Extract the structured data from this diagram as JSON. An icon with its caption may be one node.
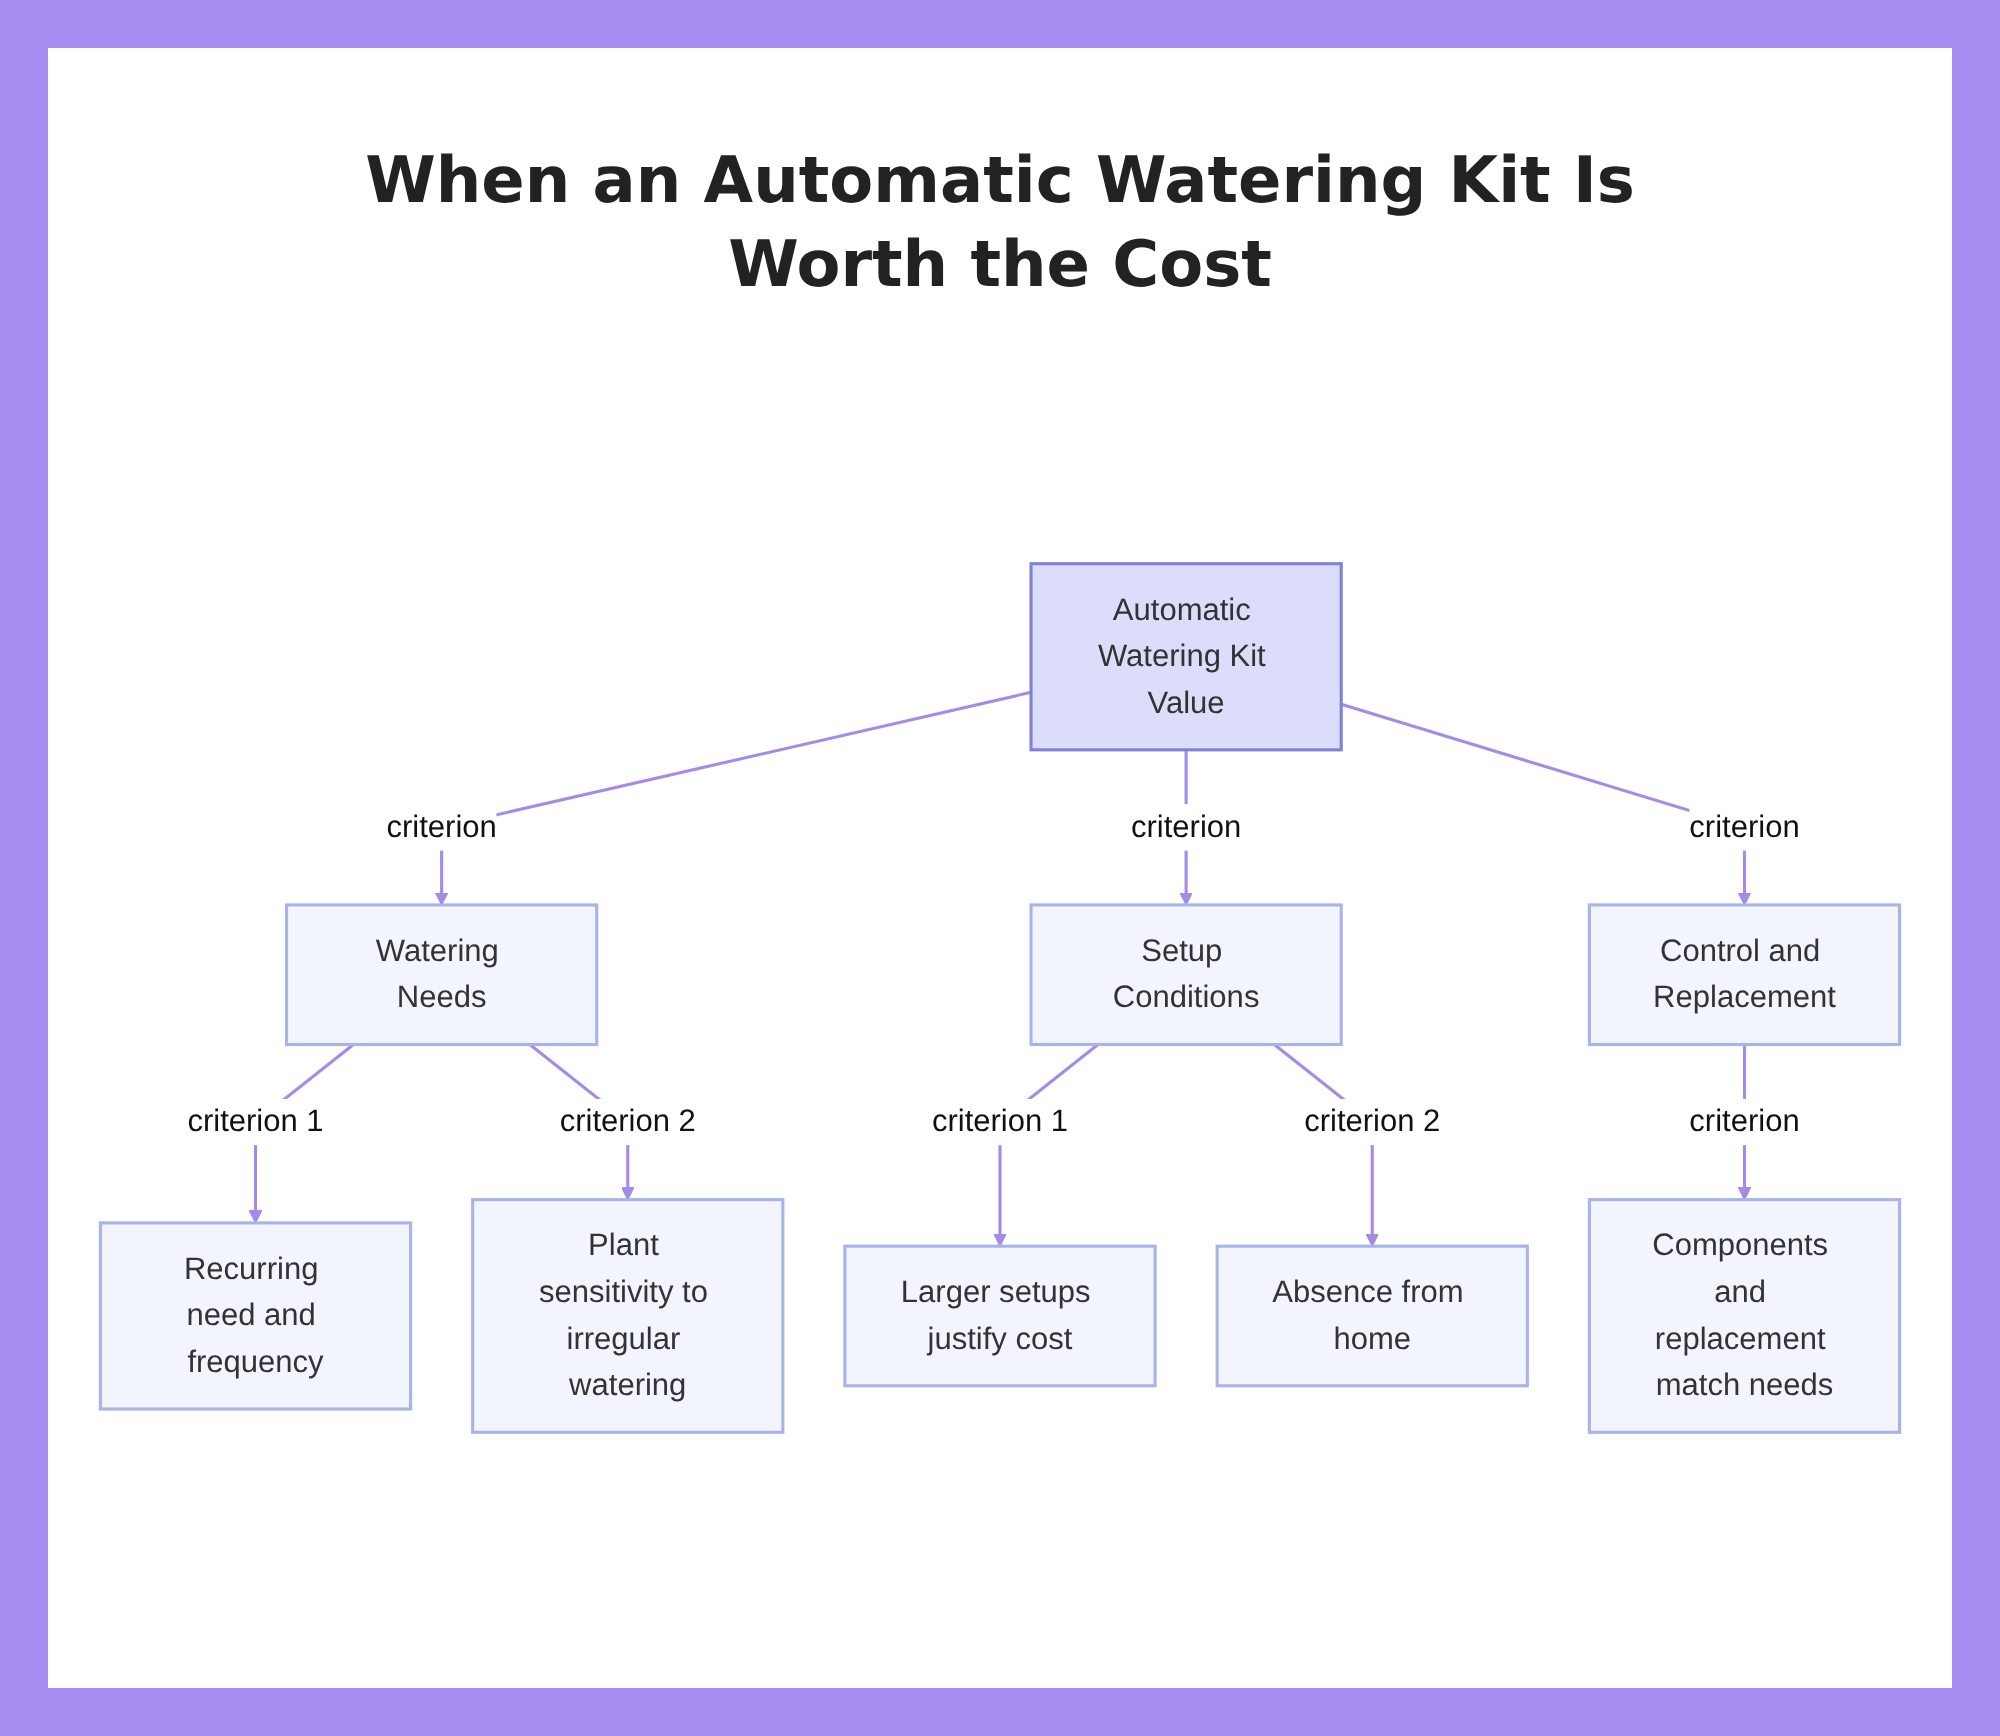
{
  "diagram": {
    "title": "When an Automatic Watering Kit Is Worth the Cost",
    "nodes": [
      {
        "text": [
          "Automatic Watering Kit Value"
        ]
      },
      {
        "text": [
          "Watering Needs"
        ]
      },
      {
        "text": [
          "Setup Conditions"
        ]
      },
      {
        "text": [
          "Control and Replacement"
        ]
      },
      {
        "text": [
          "Recurring need and frequency"
        ]
      },
      {
        "text": [
          "Plant sensitivity to irregular watering"
        ]
      },
      {
        "text": [
          "Larger setups justify cost"
        ]
      },
      {
        "text": [
          "Absence from home"
        ]
      },
      {
        "text": [
          "Components and replacement match needs"
        ]
      }
    ],
    "edges": [
      {
        "from": 0,
        "to": 1,
        "arrow": "to",
        "label": "criterion"
      },
      {
        "from": 0,
        "to": 2,
        "arrow": "to",
        "label": "criterion"
      },
      {
        "from": 0,
        "to": 3,
        "arrow": "to",
        "label": "criterion"
      },
      {
        "from": 1,
        "to": 4,
        "arrow": "to",
        "label": "criterion 1"
      },
      {
        "from": 1,
        "to": 5,
        "arrow": "to",
        "label": "criterion 2"
      },
      {
        "from": 2,
        "to": 6,
        "arrow": "to",
        "label": "criterion 1"
      },
      {
        "from": 2,
        "to": 7,
        "arrow": "to",
        "label": "criterion 2"
      },
      {
        "from": 3,
        "to": 8,
        "arrow": "to",
        "label": "criterion"
      }
    ]
  }
}
